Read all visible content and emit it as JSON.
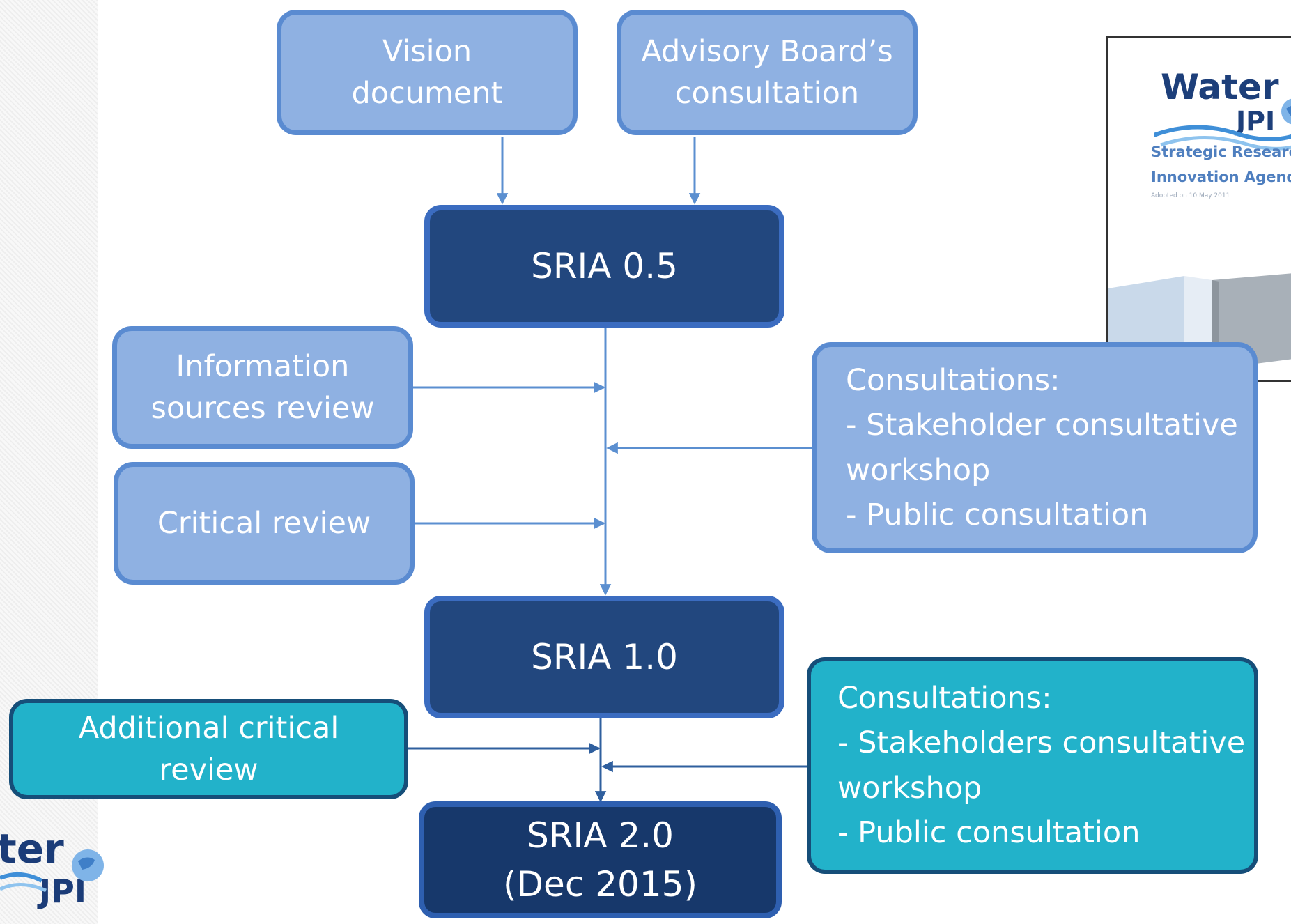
{
  "nodes": {
    "vision_document": [
      "Vision",
      "document"
    ],
    "advisory_board": [
      "Advisory Board’s",
      "consultation"
    ],
    "sria_05": "SRIA 0.5",
    "information_sources_review": [
      "Information",
      "sources review"
    ],
    "critical_review": "Critical review",
    "consultations_1": [
      "Consultations:",
      "- Stakeholder  consultative",
      "workshop",
      "- Public consultation"
    ],
    "sria_10": "SRIA 1.0",
    "additional_critical_review": [
      "Additional critical",
      "review"
    ],
    "consultations_2": [
      "Consultations:",
      "- Stakeholders consultative",
      "workshop",
      "- Public consultation"
    ],
    "sria_20": [
      "SRIA 2.0",
      "(Dec 2015)"
    ]
  },
  "document_cover": {
    "logo": [
      "Water",
      "JPI"
    ],
    "lines": [
      "Strategic Research",
      "Innovation Agenda"
    ],
    "adopted": "Adopted on 10 May 2011"
  },
  "corner_logo": [
    "ter",
    "JPI"
  ],
  "colors": {
    "light_fill": "#8fb1e2",
    "light_border": "#5a8bd1",
    "dark_fill": "#22477e",
    "teal_fill": "#22b2ca",
    "teal_border": "#164e79",
    "arrow": "#5b8fd0"
  }
}
